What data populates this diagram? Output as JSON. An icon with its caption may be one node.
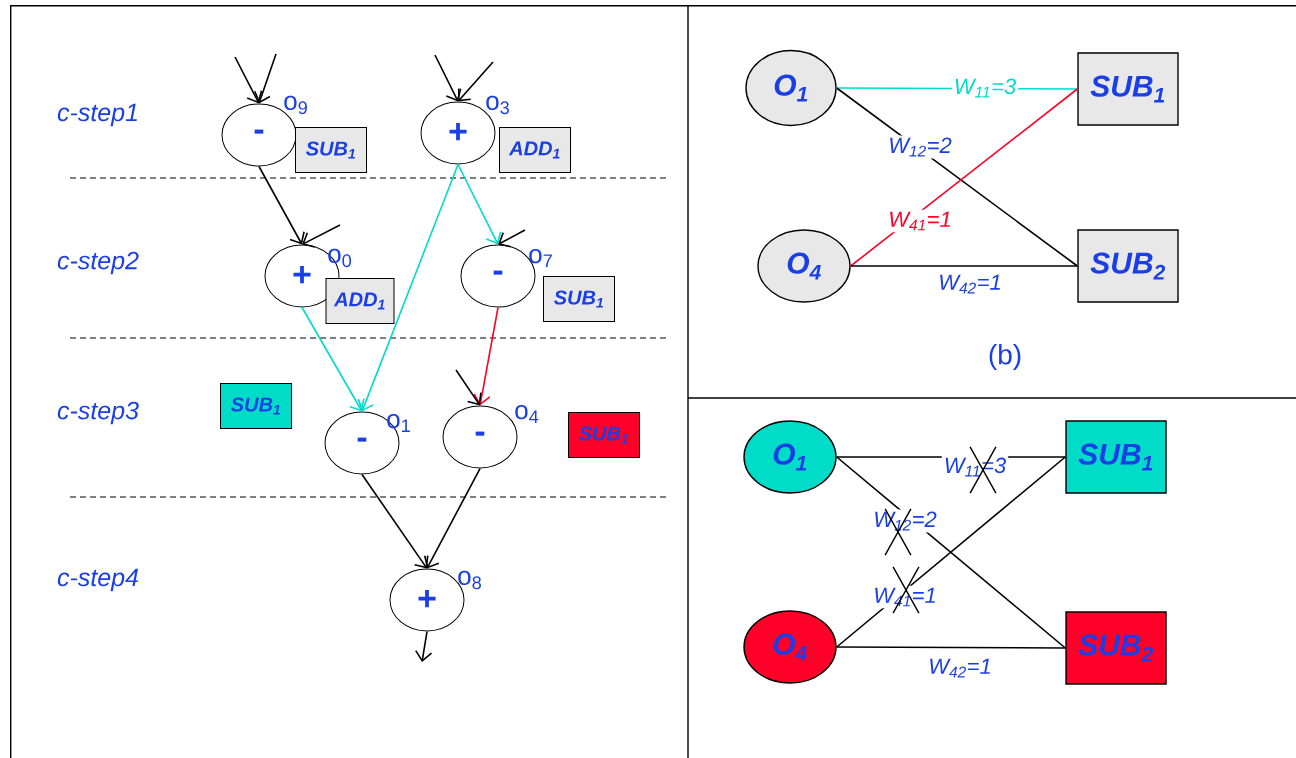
{
  "diagram": {
    "nodes": [
      {
        "text": [
          "-"
        ],
        "beside": [
          "o$_{9}$"
        ]
      },
      {
        "text": [
          "+"
        ],
        "beside": [
          "o$_{3}$"
        ]
      },
      {
        "text": [
          "+"
        ],
        "beside": [
          "o$_{0}$"
        ]
      },
      {
        "text": [
          "-"
        ],
        "beside": [
          "o$_{7}$"
        ]
      },
      {
        "text": [
          "-"
        ],
        "beside": [
          "o$_{1}$"
        ]
      },
      {
        "text": [
          "-"
        ],
        "beside": [
          "o$_{4}$"
        ]
      },
      {
        "text": [
          "+"
        ],
        "beside": [
          "o$_{8}$"
        ]
      },
      {
        "text": [
          "SUB$_{1}$"
        ]
      },
      {
        "text": [
          "ADD$_{1}$"
        ]
      },
      {
        "text": [
          "ADD$_{1}$"
        ]
      },
      {
        "text": [
          "SUB$_{1}$"
        ]
      },
      {
        "text": [
          "SUB$_{1}$"
        ]
      },
      {
        "text": [
          "SUB$_{1}$"
        ]
      },
      {
        "text": [
          "O$_{1}$"
        ]
      },
      {
        "text": [
          "O$_{4}$"
        ]
      },
      {
        "text": [
          "SUB$_{1}$"
        ]
      },
      {
        "text": [
          "SUB$_{2}$"
        ]
      },
      {
        "text": [
          "O$_{1}$"
        ]
      },
      {
        "text": [
          "O$_{4}$"
        ]
      },
      {
        "text": [
          "SUB$_{1}$"
        ]
      },
      {
        "text": [
          "SUB$_{2}$"
        ]
      }
    ],
    "edges": [
      {
        "from": null,
        "to": 0,
        "arrow": "to"
      },
      {
        "from": null,
        "to": 0,
        "arrow": "to"
      },
      {
        "from": null,
        "to": 1,
        "arrow": "to"
      },
      {
        "from": null,
        "to": 1,
        "arrow": "to"
      },
      {
        "from": 0,
        "to": 2,
        "arrow": "to"
      },
      {
        "from": null,
        "to": 2,
        "arrow": "to"
      },
      {
        "from": 1,
        "to": 4,
        "arrow": "to",
        "color": "#00dcc8"
      },
      {
        "from": 1,
        "to": 3,
        "arrow": "to",
        "color": "#00dcc8"
      },
      {
        "from": null,
        "to": 3,
        "arrow": "to"
      },
      {
        "from": 2,
        "to": 4,
        "arrow": "to",
        "color": "#00dcc8"
      },
      {
        "from": 3,
        "to": 5,
        "arrow": "to",
        "color": "#ff0028"
      },
      {
        "from": null,
        "to": 5,
        "arrow": "to"
      },
      {
        "from": 4,
        "to": 6,
        "arrow": "to"
      },
      {
        "from": 5,
        "to": 6,
        "arrow": "to"
      },
      {
        "from": 6,
        "to": null,
        "arrow": "to"
      },
      {
        "from": 13,
        "to": 15,
        "arrow": "none",
        "label": "W$_{11}$=3",
        "color": "#00dcc8"
      },
      {
        "from": 13,
        "to": 16,
        "arrow": "none",
        "label": "W$_{12}$=2"
      },
      {
        "from": 14,
        "to": 15,
        "arrow": "none",
        "label": "W$_{41}$=1",
        "color": "#ff0028"
      },
      {
        "from": 14,
        "to": 16,
        "arrow": "none",
        "label": "W$_{42}$=1"
      },
      {
        "from": 17,
        "to": 19,
        "arrow": "none",
        "label": "W$_{11}$=3"
      },
      {
        "from": 17,
        "to": 20,
        "arrow": "none",
        "label": "W$_{12}$=2"
      },
      {
        "from": 18,
        "to": 19,
        "arrow": "none",
        "label": "W$_{41}$=1"
      },
      {
        "from": 18,
        "to": 20,
        "arrow": "none",
        "label": "W$_{42}$=1"
      }
    ],
    "labels": [
      "c-step1",
      "c-step2",
      "c-step3",
      "c-step4",
      "(b)"
    ]
  }
}
